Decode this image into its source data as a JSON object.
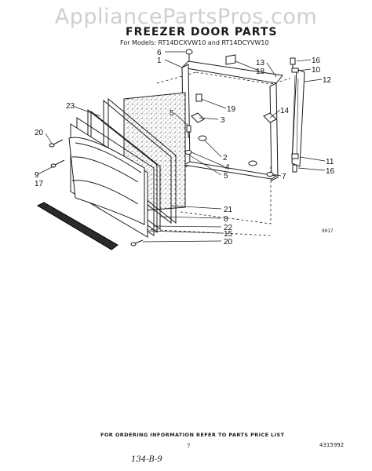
{
  "watermark": "AppliancePartsPros.com",
  "title": "FREEZER DOOR PARTS",
  "subtitle": "For Models: RT14DCXVW10 and RT14DCYVW10",
  "callouts": [
    "6",
    "1",
    "13",
    "18",
    "16",
    "10",
    "12",
    "23",
    "19",
    "5",
    "3",
    "14",
    "20",
    "2",
    "4",
    "9",
    "17",
    "5",
    "7",
    "11",
    "16",
    "21",
    "8",
    "22",
    "15",
    "20"
  ],
  "figure_code": "9017",
  "footer": {
    "ordering_note": "FOR ORDERING INFORMATION REFER TO PARTS PRICE LIST",
    "page_number": "7",
    "document_number": "4315992",
    "handwritten_note": "134-B-9"
  }
}
